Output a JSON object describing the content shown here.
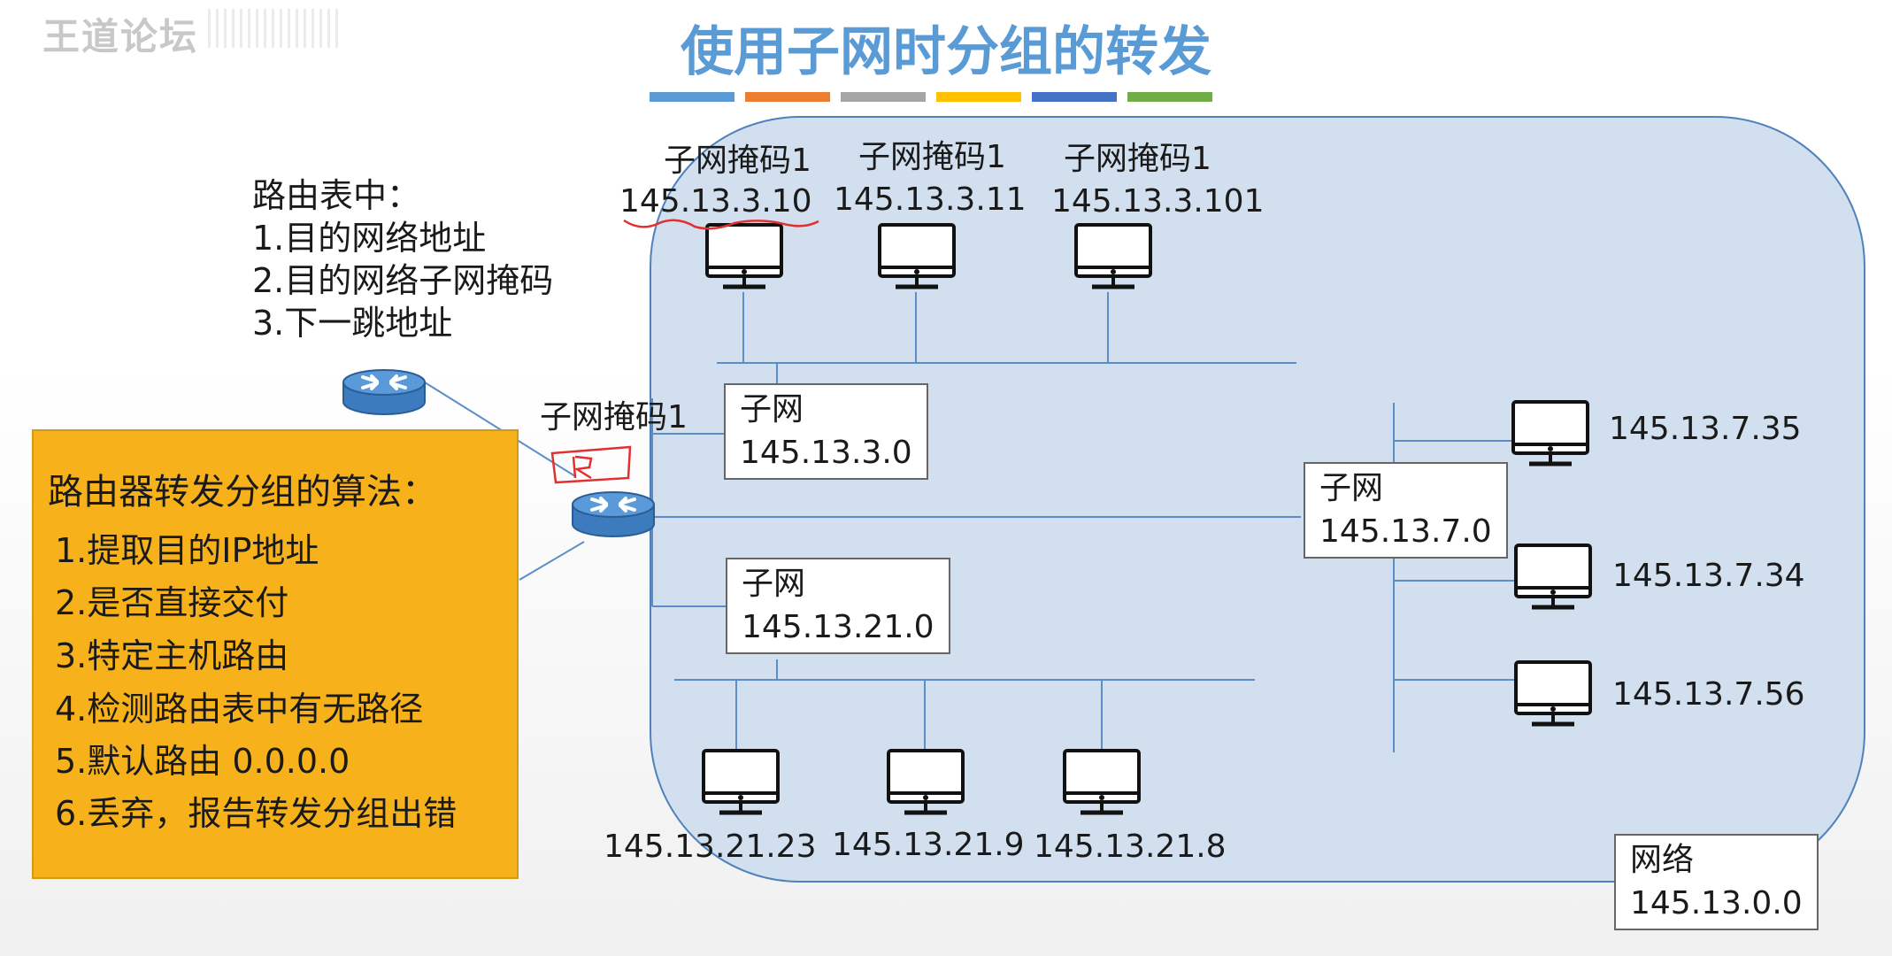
{
  "watermark": "王道论坛",
  "title": "使用子网时分组的转发",
  "title_bar_colors": [
    "#5b9bd5",
    "#ed7d31",
    "#a5a5a5",
    "#ffc000",
    "#4472c4",
    "#70ad47"
  ],
  "routing_table_info": {
    "heading": "路由表中：",
    "items": [
      "1.目的网络地址",
      "2.目的网络子网掩码",
      "3.下一跳地址"
    ]
  },
  "algorithm": {
    "title": "路由器转发分组的算法：",
    "steps": [
      "1.提取目的IP地址",
      "2.是否直接交付",
      "3.特定主机路由",
      "4.检测路由表中有无路径",
      "5.默认路由 0.0.0.0",
      "6.丢弃，报告转发分组出错"
    ]
  },
  "router_mask_label": "子网掩码1",
  "subnets": {
    "s3": {
      "label": "子网",
      "address": "145.13.3.0"
    },
    "s21": {
      "label": "子网",
      "address": "145.13.21.0"
    },
    "s7": {
      "label": "子网",
      "address": "145.13.7.0"
    }
  },
  "network": {
    "label": "网络",
    "address": "145.13.0.0"
  },
  "hosts_top": [
    {
      "mask": "子网掩码1",
      "ip": "145.13.3.10"
    },
    {
      "mask": "子网掩码1",
      "ip": "145.13.3.11"
    },
    {
      "mask": "子网掩码1",
      "ip": "145.13.3.101"
    }
  ],
  "hosts_bottom": [
    {
      "ip": "145.13.21.23"
    },
    {
      "ip": "145.13.21.9"
    },
    {
      "ip": "145.13.21.8"
    }
  ],
  "hosts_right": [
    {
      "ip": "145.13.7.35"
    },
    {
      "ip": "145.13.7.34"
    },
    {
      "ip": "145.13.7.56"
    }
  ],
  "colors": {
    "region_fill": "#d2dfee",
    "region_border": "#4f81bd",
    "algorithm_box": "#f7b21b",
    "title": "#5b9bd5",
    "annotation_red": "#e03030",
    "line": "#5b8ec6"
  }
}
